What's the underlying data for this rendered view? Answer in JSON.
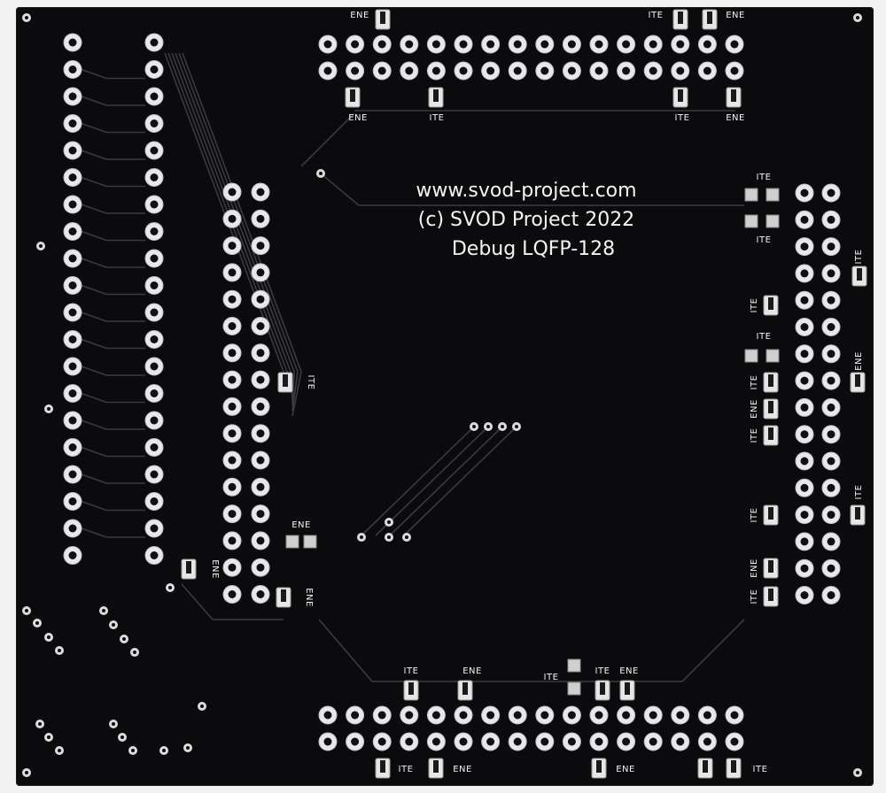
{
  "board": {
    "text_lines": [
      "www.svod-project.com",
      "(c) SVOD Project 2022",
      "Debug LQFP-128"
    ],
    "pad_labels": {
      "ite": "ITE",
      "ene": "ENE"
    }
  }
}
